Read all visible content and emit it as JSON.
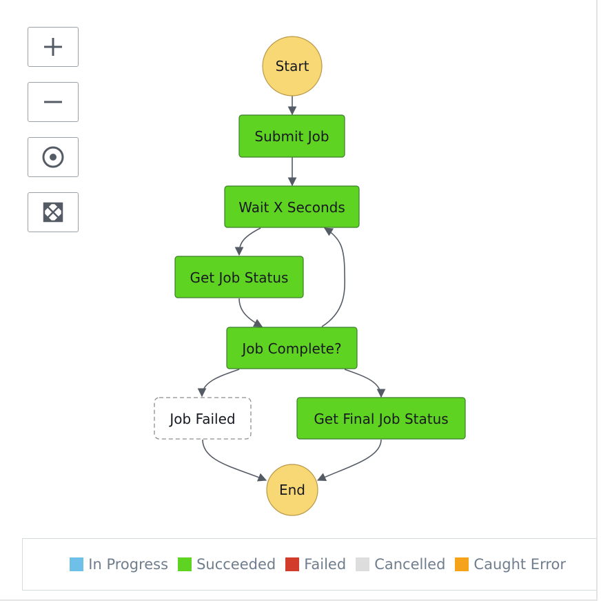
{
  "toolbar": {
    "zoom_in_icon": "plus-icon",
    "zoom_out_icon": "minus-icon",
    "center_icon": "target-icon",
    "fit_icon": "fit-to-screen-icon"
  },
  "graph": {
    "start_label": "Start",
    "end_label": "End",
    "states": {
      "submit_job": "Submit Job",
      "wait_x_seconds": "Wait X Seconds",
      "get_job_status": "Get Job Status",
      "job_complete": "Job Complete?",
      "job_failed": "Job Failed",
      "get_final_job_status": "Get Final Job Status"
    }
  },
  "colors": {
    "terminal_fill": "#f8d775",
    "terminal_stroke": "#b99745",
    "succeeded_fill": "#5fd321",
    "succeeded_stroke": "#3a7d2c",
    "not_run_stroke": "#8c8c8c",
    "edge": "#545b64"
  },
  "legend": {
    "in_progress": {
      "label": "In Progress",
      "color": "#6fc0e8"
    },
    "succeeded": {
      "label": "Succeeded",
      "color": "#5fd321"
    },
    "failed": {
      "label": "Failed",
      "color": "#d13c2b"
    },
    "cancelled": {
      "label": "Cancelled",
      "color": "#dddddd"
    },
    "caught_error": {
      "label": "Caught Error",
      "color": "#f6a31c"
    }
  }
}
